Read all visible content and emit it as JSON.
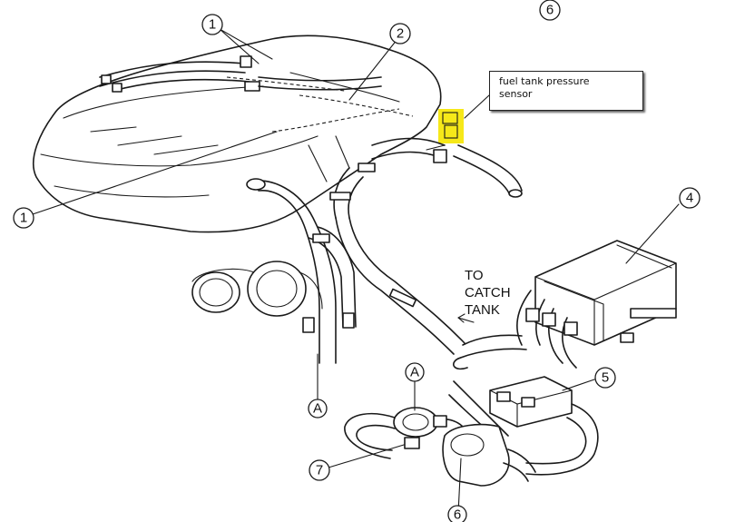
{
  "callouts": {
    "c1_top": "1",
    "c1_left": "1",
    "c2": "2",
    "c4": "4",
    "c5": "5",
    "c6_top": "6",
    "c6_bottom": "6",
    "c7": "7",
    "a_left": "A",
    "a_mid": "A"
  },
  "sensor_label": {
    "line1": "fuel tank pressure",
    "line2": "sensor"
  },
  "catch_tank_label": {
    "line1": "TO",
    "line2": "CATCH",
    "line3": "TANK"
  },
  "highlight_color": "#f5e600"
}
